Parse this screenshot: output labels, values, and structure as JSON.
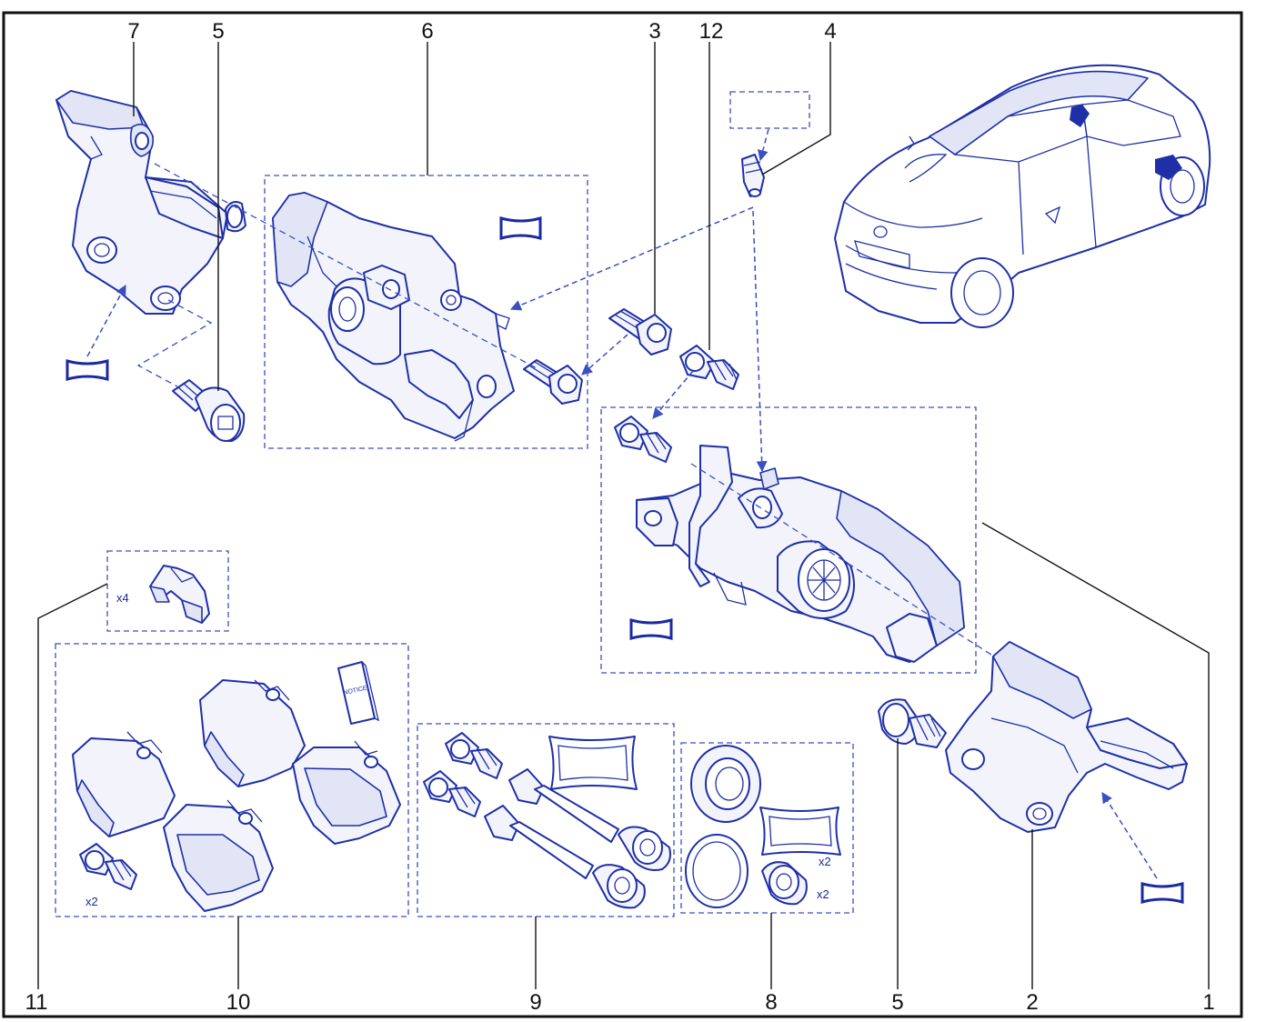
{
  "diagram": {
    "callouts": {
      "c7": "7",
      "c5a": "5",
      "c6": "6",
      "c3": "3",
      "c12": "12",
      "c4": "4",
      "c11": "11",
      "c10": "10",
      "c9": "9",
      "c8": "8",
      "c5b": "5",
      "c2": "2",
      "c1": "1"
    },
    "quantities": {
      "clips": "x4",
      "pad_bolts": "x2",
      "boots": "x2",
      "grease": "x2"
    },
    "notice_label": "NOTICE",
    "colors": {
      "line": "#1e2fa8",
      "dashed": "#3a4fc0",
      "border": "#111111",
      "fill": "#f3f4fb"
    },
    "icons": [
      "torque-tool-icon",
      "car-icon",
      "notice-booklet-icon"
    ]
  }
}
